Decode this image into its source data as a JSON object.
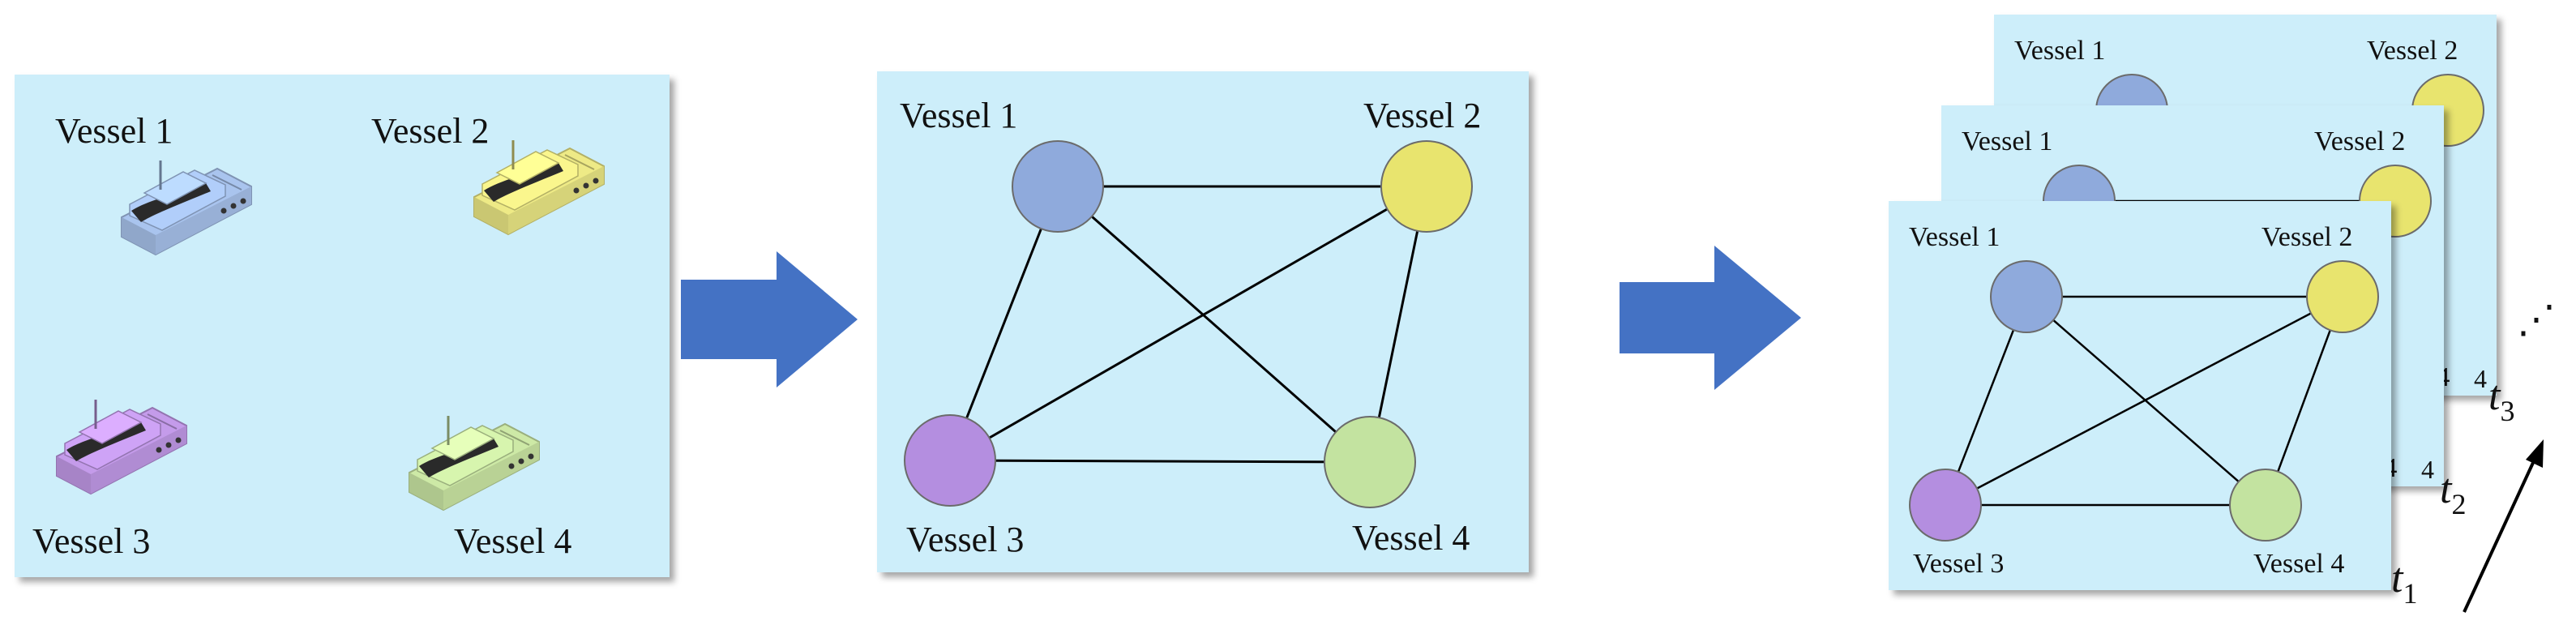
{
  "panels": {
    "ships": {
      "vessels": [
        {
          "label": "Vessel 1",
          "color": "#a9c4ee"
        },
        {
          "label": "Vessel 2",
          "color": "#eeea86"
        },
        {
          "label": "Vessel 3",
          "color": "#c49bea"
        },
        {
          "label": "Vessel 4",
          "color": "#cde9a6"
        }
      ]
    },
    "graph": {
      "nodes": [
        {
          "label": "Vessel 1",
          "color": "#8faadc"
        },
        {
          "label": "Vessel 2",
          "color": "#e8e46e"
        },
        {
          "label": "Vessel 3",
          "color": "#b48ee0"
        },
        {
          "label": "Vessel 4",
          "color": "#c3e3a0"
        }
      ]
    },
    "sequence": {
      "time_labels": [
        "t",
        "t",
        "t"
      ],
      "time_subscripts": [
        "1",
        "2",
        "3"
      ],
      "continuation": "⋰",
      "partial_label": "4"
    }
  },
  "colors": {
    "panel_fill": "#cdeefa",
    "arrow": "#4472c4",
    "edge": "#000000"
  }
}
